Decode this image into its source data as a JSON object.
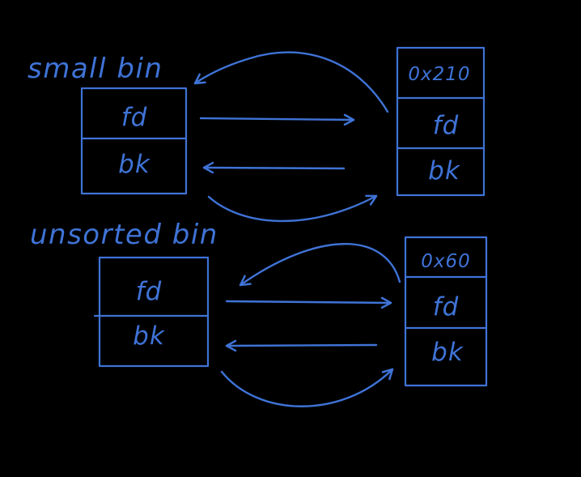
{
  "colors": {
    "background": "#000000",
    "ink": "#3f73d6"
  },
  "small_bin": {
    "title": "small bin",
    "head": {
      "fd": "fd",
      "bk": "bk"
    },
    "chunk": {
      "address": "0x210",
      "fd": "fd",
      "bk": "bk"
    }
  },
  "unsorted_bin": {
    "title": "unsorted bin",
    "head": {
      "fd": "fd",
      "bk": "bk"
    },
    "chunk": {
      "address": "0x60",
      "fd": "fd",
      "bk": "bk"
    }
  }
}
